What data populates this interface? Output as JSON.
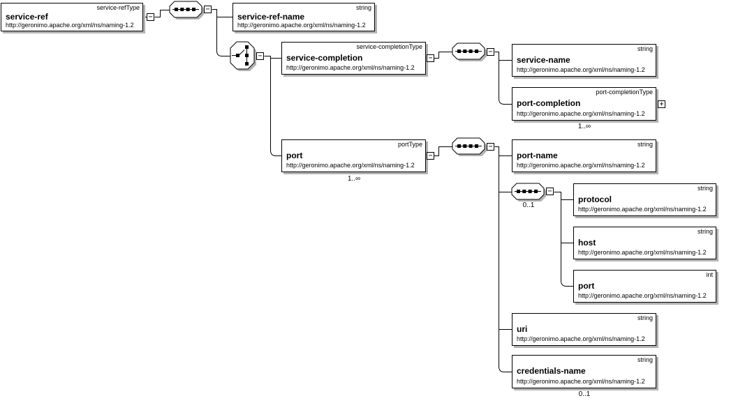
{
  "glyphs": {
    "collapse": "−",
    "expand": "+"
  },
  "nodes": {
    "service_ref": {
      "name": "service-ref",
      "type": "service-refType",
      "ns": "http://geronimo.apache.org/xml/ns/naming-1.2"
    },
    "service_ref_name": {
      "name": "service-ref-name",
      "type": "string",
      "ns": "http://geronimo.apache.org/xml/ns/naming-1.2"
    },
    "service_completion": {
      "name": "service-completion",
      "type": "service-completionType",
      "ns": "http://geronimo.apache.org/xml/ns/naming-1.2"
    },
    "service_name": {
      "name": "service-name",
      "type": "string",
      "ns": "http://geronimo.apache.org/xml/ns/naming-1.2"
    },
    "port_completion": {
      "name": "port-completion",
      "type": "port-completionType",
      "ns": "http://geronimo.apache.org/xml/ns/naming-1.2",
      "cardinality": "1..∞"
    },
    "port": {
      "name": "port",
      "type": "portType",
      "ns": "http://geronimo.apache.org/xml/ns/naming-1.2",
      "cardinality": "1..∞"
    },
    "port_name": {
      "name": "port-name",
      "type": "string",
      "ns": "http://geronimo.apache.org/xml/ns/naming-1.2"
    },
    "protocol": {
      "name": "protocol",
      "type": "string",
      "ns": "http://geronimo.apache.org/xml/ns/naming-1.2"
    },
    "host": {
      "name": "host",
      "type": "string",
      "ns": "http://geronimo.apache.org/xml/ns/naming-1.2"
    },
    "port_number": {
      "name": "port",
      "type": "int",
      "ns": "http://geronimo.apache.org/xml/ns/naming-1.2"
    },
    "uri": {
      "name": "uri",
      "type": "string",
      "ns": "http://geronimo.apache.org/xml/ns/naming-1.2"
    },
    "credentials_name": {
      "name": "credentials-name",
      "type": "string",
      "ns": "http://geronimo.apache.org/xml/ns/naming-1.2",
      "cardinality": "0..1"
    }
  },
  "compositors": {
    "inner_sequence": {
      "cardinality": "0..1"
    }
  }
}
